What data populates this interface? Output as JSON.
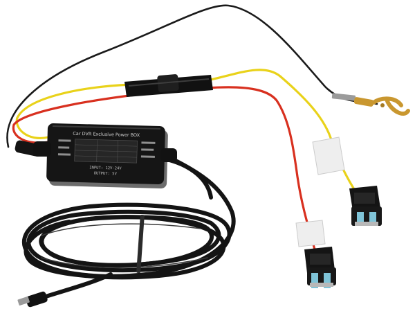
{
  "photo": {
    "subject": "hardwire-kit",
    "colors": {
      "background": "#ffffff",
      "cable_black": "#141414",
      "wire_red": "#d8301f",
      "wire_yellow": "#e9d21a",
      "wire_black": "#1a1a1a",
      "box_body": "#151515",
      "box_panel": "#2a2a2a",
      "box_text": "#cfcfcf",
      "fuse_holder": "#111111",
      "fuse_blade": "#7fc4d8",
      "terminal_brass": "#c9972f",
      "tag_white": "#eeeeee"
    }
  },
  "converter_box": {
    "header_text": "Car DVR Exclusive Power BOX",
    "spec_lines": [
      "INPUT: 12V-24V",
      "OUTPUT: 5V"
    ]
  }
}
